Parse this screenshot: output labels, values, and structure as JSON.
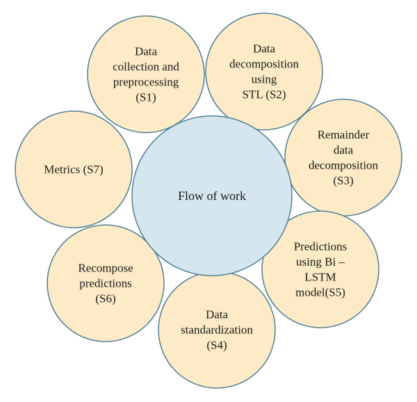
{
  "colors": {
    "step_fill": "#fcebc6",
    "step_stroke": "#4f7f95",
    "center_fill": "#d5e6ef",
    "center_stroke": "#4f7f95",
    "text": "#1a1a1a"
  },
  "center": {
    "lines": [
      "Flow of work"
    ]
  },
  "steps": [
    {
      "id": "s1",
      "lines": [
        "Data",
        "collection and",
        "preprocessing",
        "(S1)"
      ]
    },
    {
      "id": "s2",
      "lines": [
        "Data",
        "decomposition",
        "using",
        "STL (S2)"
      ]
    },
    {
      "id": "s3",
      "lines": [
        "Remainder",
        "data",
        "decomposition",
        "(S3)"
      ]
    },
    {
      "id": "s5",
      "lines": [
        "Predictions",
        "using Bi –",
        "LSTM",
        "model(S5)"
      ]
    },
    {
      "id": "s4",
      "lines": [
        "Data",
        "standardization",
        "(S4)"
      ]
    },
    {
      "id": "s6",
      "lines": [
        "Recompose",
        "predictions",
        "(S6)"
      ]
    },
    {
      "id": "s7",
      "lines": [
        "Metrics (S7)"
      ]
    }
  ]
}
